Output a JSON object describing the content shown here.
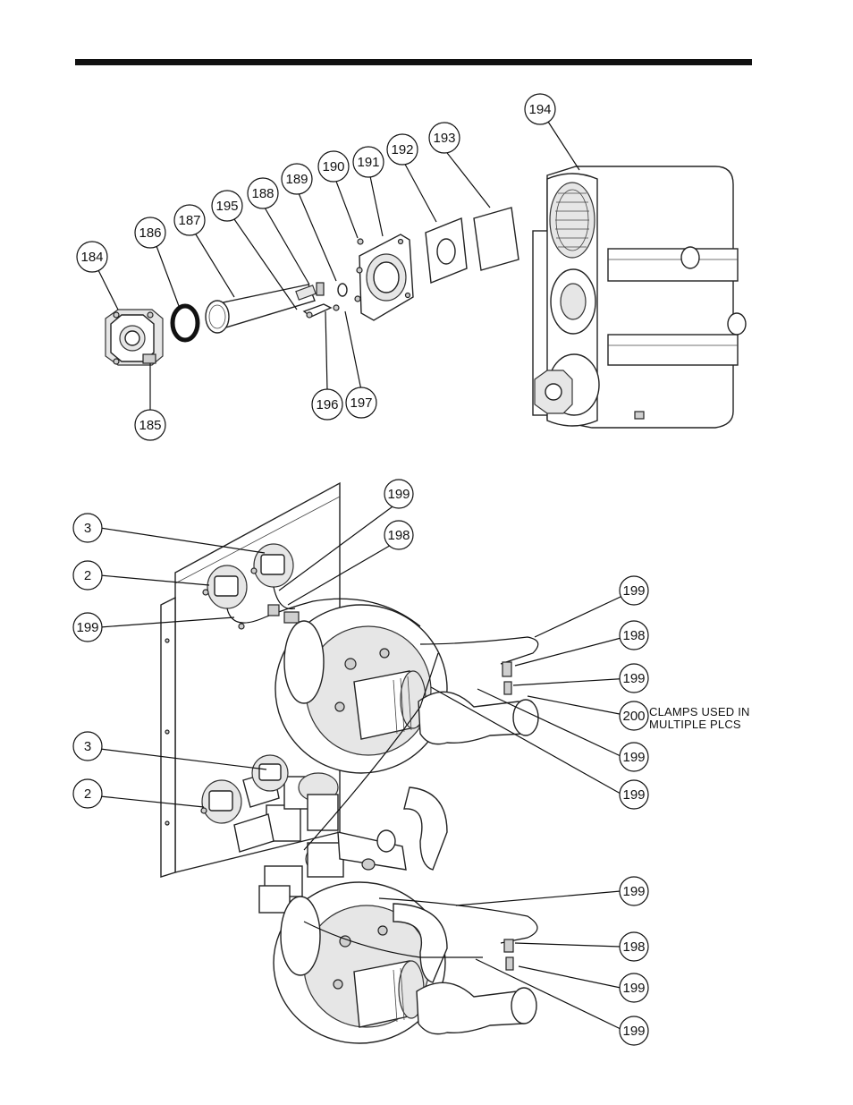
{
  "callouts_top": [
    {
      "id": "c184",
      "label": "184"
    },
    {
      "id": "c185",
      "label": "185"
    },
    {
      "id": "c186",
      "label": "186"
    },
    {
      "id": "c187",
      "label": "187"
    },
    {
      "id": "c195",
      "label": "195"
    },
    {
      "id": "c188",
      "label": "188"
    },
    {
      "id": "c189",
      "label": "189"
    },
    {
      "id": "c190",
      "label": "190"
    },
    {
      "id": "c191",
      "label": "191"
    },
    {
      "id": "c192",
      "label": "192"
    },
    {
      "id": "c193",
      "label": "193"
    },
    {
      "id": "c194",
      "label": "194"
    },
    {
      "id": "c196",
      "label": "196"
    },
    {
      "id": "c197",
      "label": "197"
    }
  ],
  "callouts_bottom": [
    {
      "id": "b3a",
      "label": "3"
    },
    {
      "id": "b2a",
      "label": "2"
    },
    {
      "id": "b199a",
      "label": "199"
    },
    {
      "id": "b199b",
      "label": "199"
    },
    {
      "id": "b198a",
      "label": "198"
    },
    {
      "id": "b199c",
      "label": "199"
    },
    {
      "id": "b198b",
      "label": "198"
    },
    {
      "id": "b199d",
      "label": "199"
    },
    {
      "id": "b200",
      "label": "200"
    },
    {
      "id": "b199e",
      "label": "199"
    },
    {
      "id": "b199f",
      "label": "199"
    },
    {
      "id": "b3b",
      "label": "3"
    },
    {
      "id": "b2b",
      "label": "2"
    },
    {
      "id": "b199g",
      "label": "199"
    },
    {
      "id": "b198c",
      "label": "198"
    },
    {
      "id": "b199h",
      "label": "199"
    },
    {
      "id": "b199i",
      "label": "199"
    }
  ],
  "note": {
    "line1": "CLAMPS USED IN",
    "line2": "MULTIPLE PLCS"
  }
}
